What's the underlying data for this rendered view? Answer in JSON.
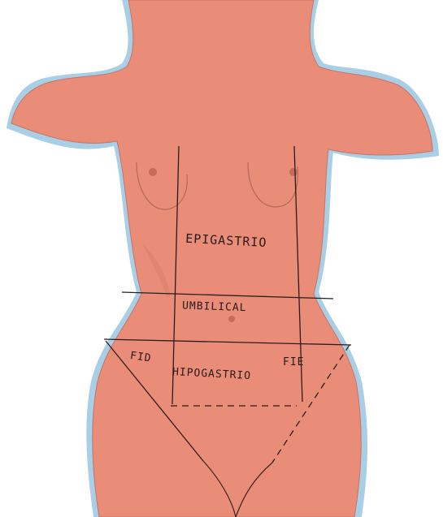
{
  "colors": {
    "skin": "#e98c78",
    "skin_shadow": "#d97b67",
    "outline_blue": "#a9cfe6",
    "pencil": "#2b1d1b",
    "nipple": "#c96a5a"
  },
  "regions": {
    "epigastrio": "EPIGASTRIO",
    "umbilical": "UMBILICAL",
    "hipogastrio": "HIPOGASTRIO",
    "fid": "FID",
    "fie": "FIE"
  }
}
